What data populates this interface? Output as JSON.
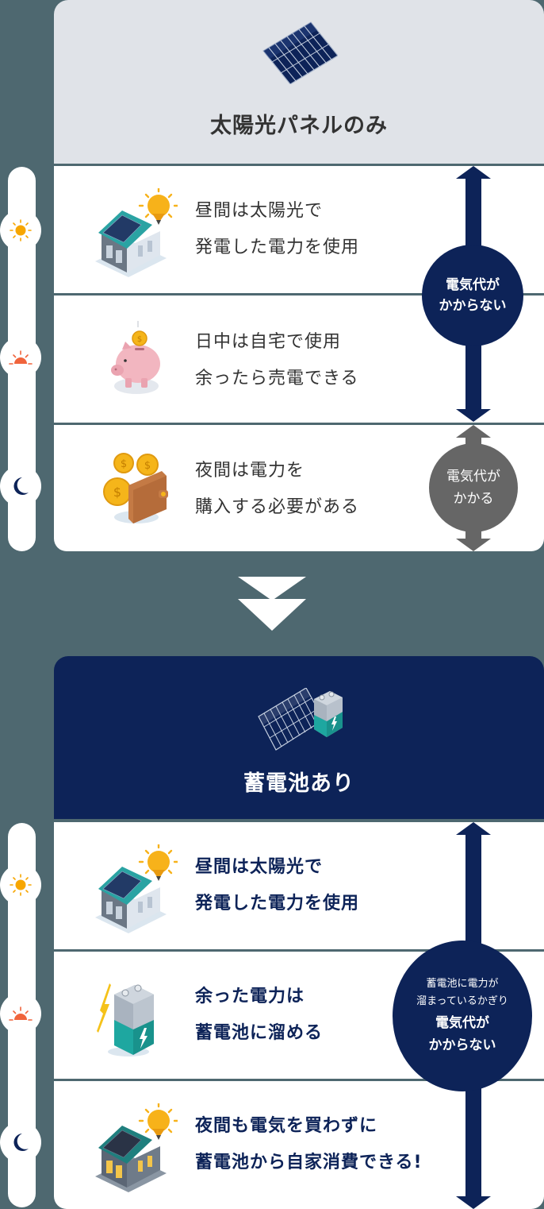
{
  "colors": {
    "page_bg": "#4e6870",
    "section1_header_bg": "#e0e3e8",
    "section2_header_bg": "#0d2358",
    "navy": "#0d2358",
    "gray_circle": "#666666",
    "text_dark": "#333333",
    "sun": "#f7a600",
    "sunset": "#f0643c",
    "moon": "#0d2358"
  },
  "section1": {
    "title": "太陽光パネルのみ",
    "icon": "solar-panel-icon",
    "rows": [
      {
        "time": "day",
        "time_icon": "sun-icon",
        "illustration": "house-solar-bulb-icon",
        "lines": [
          "昼間は太陽光で",
          "発電した電力を使用"
        ]
      },
      {
        "time": "sunset",
        "time_icon": "sunset-icon",
        "illustration": "piggy-bank-icon",
        "lines": [
          "日中は自宅で使用",
          "余ったら売電できる"
        ]
      },
      {
        "time": "night",
        "time_icon": "moon-icon",
        "illustration": "wallet-coins-icon",
        "lines": [
          "夜間は電力を",
          "購入する必要がある"
        ]
      }
    ],
    "free_badge": {
      "lines": [
        "電気代が",
        "かからない"
      ]
    },
    "cost_badge": {
      "lines": [
        "電気代が",
        "かかる"
      ]
    }
  },
  "transition_icon": "double-chevron-down-icon",
  "section2": {
    "title": "蓄電池あり",
    "icon": "solar-panel-battery-icon",
    "rows": [
      {
        "time": "day",
        "time_icon": "sun-icon",
        "illustration": "house-solar-bulb-icon",
        "lines": [
          "昼間は太陽光で",
          "発電した電力を使用"
        ]
      },
      {
        "time": "sunset",
        "time_icon": "sunset-icon",
        "illustration": "battery-lightning-icon",
        "lines": [
          "余った電力は",
          "蓄電池に溜める"
        ]
      },
      {
        "time": "night",
        "time_icon": "moon-icon",
        "illustration": "house-night-bulb-icon",
        "lines": [
          "夜間も電気を買わずに",
          "蓄電池から自家消費できる!"
        ]
      }
    ],
    "free_badge": {
      "sub_lines": [
        "蓄電池に電力が",
        "溜まっているかぎり"
      ],
      "lines": [
        "電気代が",
        "かからない"
      ]
    }
  }
}
